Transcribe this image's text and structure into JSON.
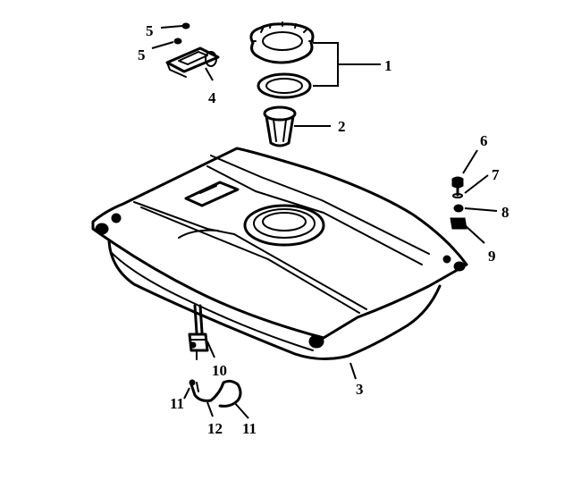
{
  "callouts": {
    "c1": "1",
    "c2": "2",
    "c3": "3",
    "c4": "4",
    "c5a": "5",
    "c5b": "5",
    "c6": "6",
    "c7": "7",
    "c8": "8",
    "c9": "9",
    "c10": "10",
    "c11a": "11",
    "c11b": "11",
    "c12": "12"
  }
}
